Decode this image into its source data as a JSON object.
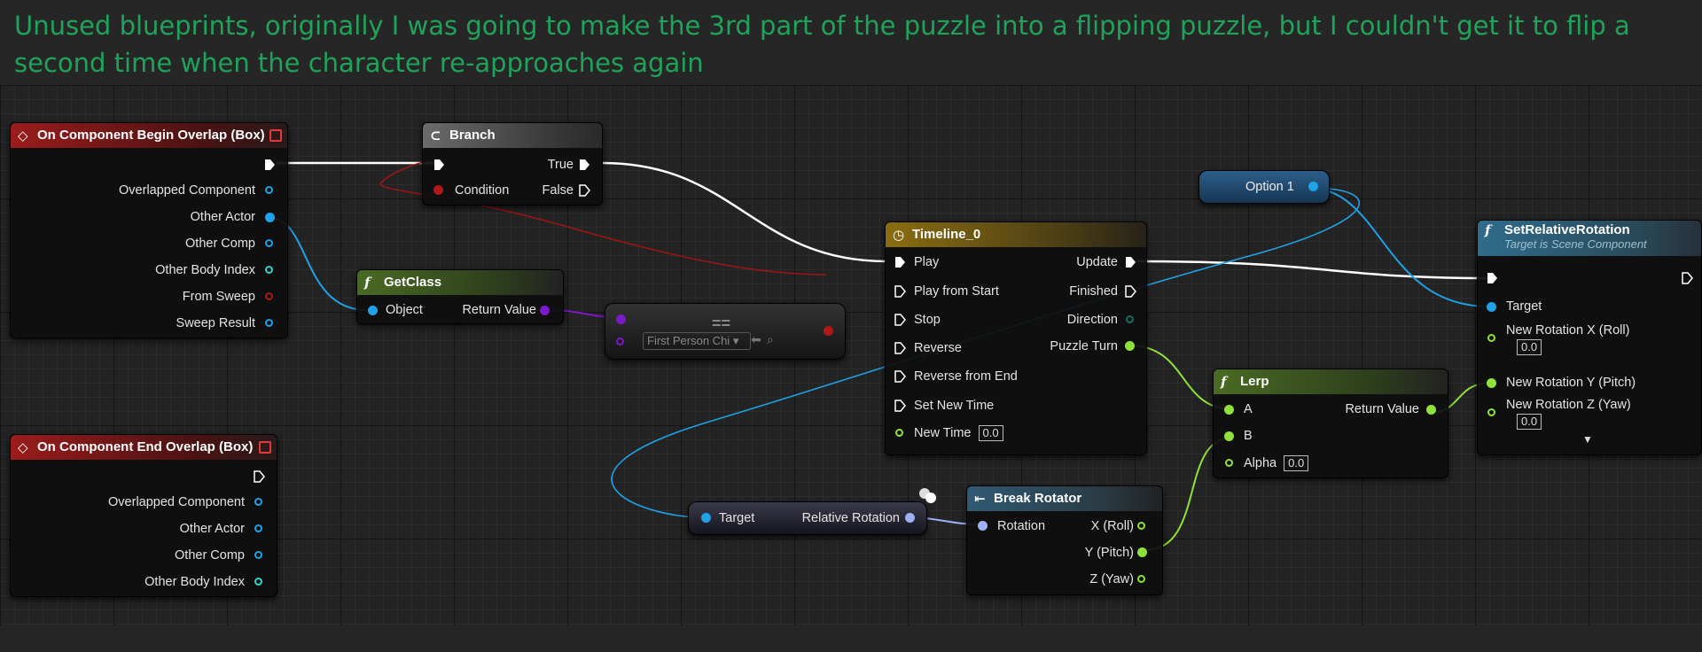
{
  "caption": "Unused blueprints, originally I was going to make the 3rd part of the puzzle into a flipping puzzle, but I couldn't get it to flip a second time when the character re-approaches again",
  "colors": {
    "caption": "#1fa35b",
    "exec": "#ffffff",
    "object": "#1fa2e8",
    "struct": "#2ad6c8",
    "boolean": "#b01818",
    "class": "#7b18c9",
    "float": "#8fe23a",
    "rotator": "#9fb1f6"
  },
  "nodes": {
    "begin_overlap": {
      "title": "On Component Begin Overlap (Box)",
      "pins": [
        "Overlapped Component",
        "Other Actor",
        "Other Comp",
        "Other Body Index",
        "From Sweep",
        "Sweep Result"
      ]
    },
    "end_overlap": {
      "title": "On Component End Overlap (Box)",
      "pins": [
        "Overlapped Component",
        "Other Actor",
        "Other Comp",
        "Other Body Index"
      ]
    },
    "branch": {
      "title": "Branch",
      "condition": "Condition",
      "true_label": "True",
      "false_label": "False"
    },
    "getclass": {
      "title": "GetClass",
      "input": "Object",
      "output": "Return Value"
    },
    "compare": {
      "symbol": "==",
      "class_value": "First Person Chi"
    },
    "timeline": {
      "title": "Timeline_0",
      "inputs": [
        "Play",
        "Play from Start",
        "Stop",
        "Reverse",
        "Reverse from End",
        "Set New Time",
        "New Time"
      ],
      "outputs": [
        "Update",
        "Finished",
        "Direction",
        "Puzzle Turn"
      ],
      "new_time_value": "0.0"
    },
    "option": {
      "label": "Option 1"
    },
    "target_rel": {
      "input": "Target",
      "output": "Relative Rotation"
    },
    "break_rotator": {
      "title": "Break Rotator",
      "input": "Rotation",
      "outputs": [
        "X (Roll)",
        "Y (Pitch)",
        "Z (Yaw)"
      ]
    },
    "lerp": {
      "title": "Lerp",
      "a": "A",
      "b": "B",
      "alpha": "Alpha",
      "alpha_value": "0.0",
      "output": "Return Value"
    },
    "set_rel_rot": {
      "title": "SetRelativeRotation",
      "subtitle": "Target is Scene Component",
      "target": "Target",
      "x_label": "New Rotation X (Roll)",
      "x_value": "0.0",
      "y_label": "New Rotation Y (Pitch)",
      "z_label": "New Rotation Z (Yaw)",
      "z_value": "0.0"
    }
  }
}
